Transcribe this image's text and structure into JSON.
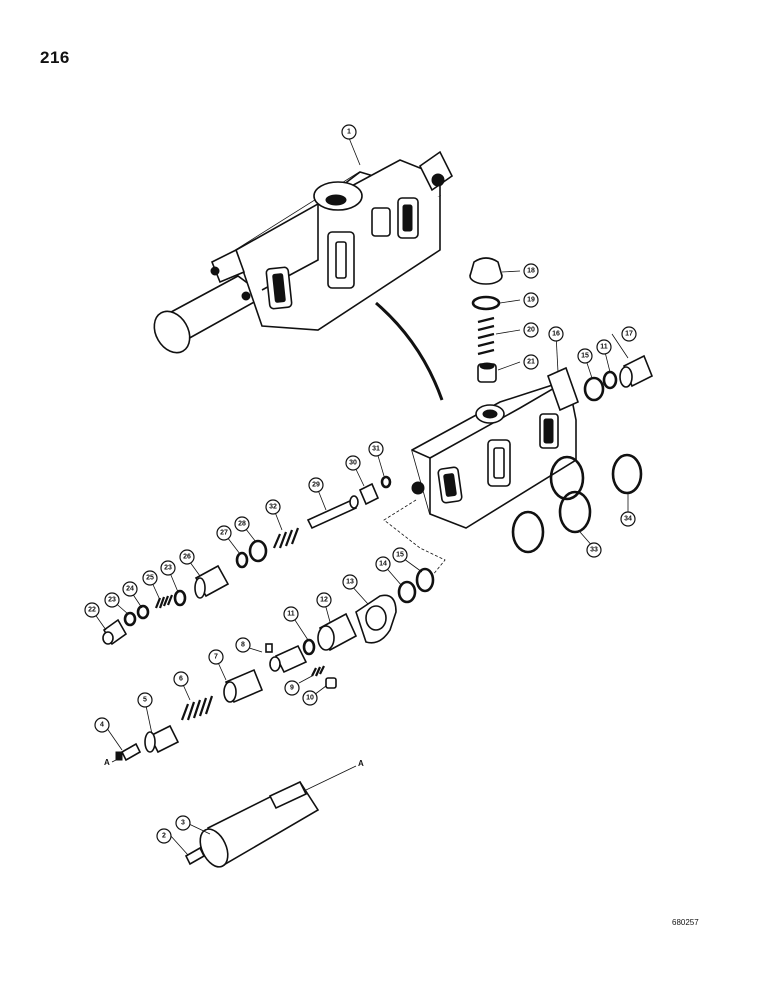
{
  "page_number": "216",
  "doc_code": "680257",
  "ref_marks": {
    "a1": "A",
    "a2": "A"
  },
  "callouts": [
    {
      "id": "1",
      "label": "1"
    },
    {
      "id": "2",
      "label": "2"
    },
    {
      "id": "3",
      "label": "3"
    },
    {
      "id": "4",
      "label": "4"
    },
    {
      "id": "5",
      "label": "5"
    },
    {
      "id": "6",
      "label": "6"
    },
    {
      "id": "7",
      "label": "7"
    },
    {
      "id": "8",
      "label": "8"
    },
    {
      "id": "9",
      "label": "9"
    },
    {
      "id": "10",
      "label": "10"
    },
    {
      "id": "11a",
      "label": "11"
    },
    {
      "id": "11b",
      "label": "11"
    },
    {
      "id": "12",
      "label": "12"
    },
    {
      "id": "13",
      "label": "13"
    },
    {
      "id": "14",
      "label": "14"
    },
    {
      "id": "15a",
      "label": "15"
    },
    {
      "id": "15b",
      "label": "15"
    },
    {
      "id": "16",
      "label": "16"
    },
    {
      "id": "17",
      "label": "17"
    },
    {
      "id": "18",
      "label": "18"
    },
    {
      "id": "19",
      "label": "19"
    },
    {
      "id": "20",
      "label": "20"
    },
    {
      "id": "21",
      "label": "21"
    },
    {
      "id": "22",
      "label": "22"
    },
    {
      "id": "23a",
      "label": "23"
    },
    {
      "id": "23b",
      "label": "23"
    },
    {
      "id": "24",
      "label": "24"
    },
    {
      "id": "25",
      "label": "25"
    },
    {
      "id": "26",
      "label": "26"
    },
    {
      "id": "27",
      "label": "27"
    },
    {
      "id": "28",
      "label": "28"
    },
    {
      "id": "29",
      "label": "29"
    },
    {
      "id": "30",
      "label": "30"
    },
    {
      "id": "31",
      "label": "31"
    },
    {
      "id": "32",
      "label": "32"
    },
    {
      "id": "33",
      "label": "33"
    },
    {
      "id": "34",
      "label": "34"
    }
  ]
}
